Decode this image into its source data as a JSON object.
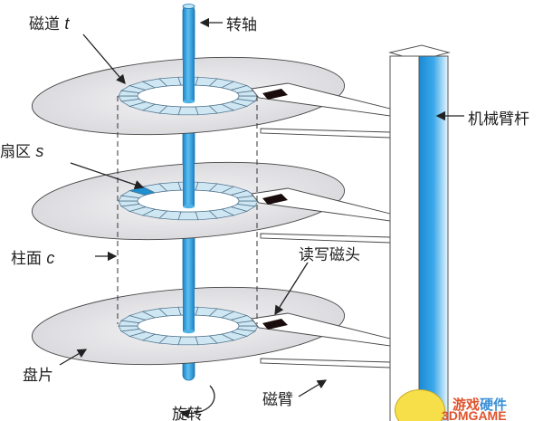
{
  "title": "硬盘结构示意图",
  "labels": {
    "track": "磁道",
    "track_var": "t",
    "spindle": "转轴",
    "actuator": "机械臂杆",
    "sector": "扇区",
    "sector_var": "s",
    "cylinder": "柱面",
    "cylinder_var": "c",
    "head": "读写磁头",
    "platter": "盘片",
    "arm": "磁臂",
    "rotation": "旋转"
  },
  "watermark": {
    "line1_a": "游戏",
    "line1_b": "硬件",
    "line2": "3DMGAME"
  },
  "colors": {
    "spindle": "#2a9ad8",
    "track": "#cfe6f3",
    "sector_highlight": "#1f8fd0",
    "platter": "#e2e2e4"
  }
}
